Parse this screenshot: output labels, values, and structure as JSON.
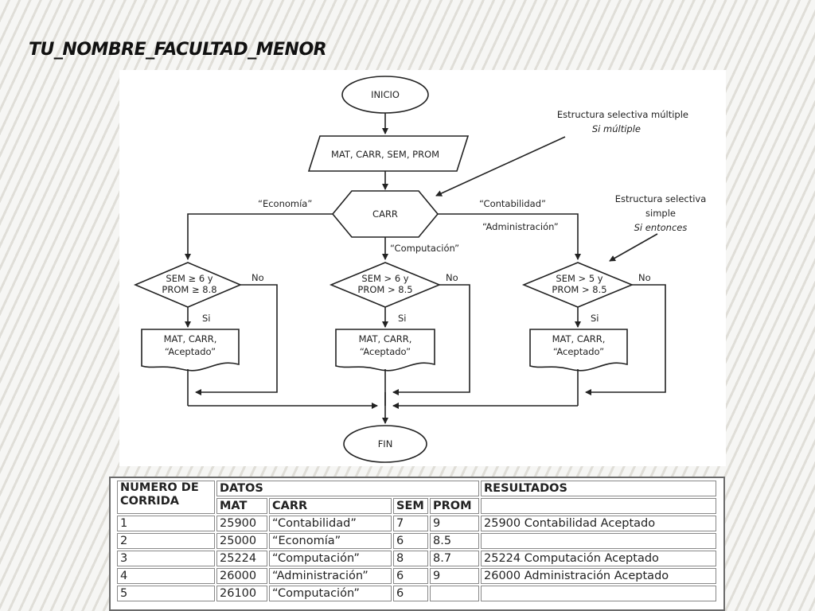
{
  "slide": {
    "title": "TU_NOMBRE_FACULTAD_MENOR"
  },
  "flowchart": {
    "start": "INICIO",
    "input": "MAT, CARR, SEM, PROM",
    "decision": "CARR",
    "branch_labels": {
      "economia": "“Economía”",
      "computacion": "“Computación”",
      "contabilidad": "“Contabilidad”",
      "administracion": "“Administración”"
    },
    "conditions": {
      "left": [
        "SEM ≥ 6 y",
        "PROM ≥ 8.8"
      ],
      "middle": [
        "SEM > 6 y",
        "PROM > 8.5"
      ],
      "right": [
        "SEM > 5 y",
        "PROM > 8.5"
      ]
    },
    "yes_label": "Si",
    "no_label": "No",
    "output": [
      "MAT, CARR,",
      "“Aceptado”"
    ],
    "end": "FIN",
    "annotations": {
      "multiple": [
        "Estructura selectiva múltiple",
        "Si múltiple"
      ],
      "simple": [
        "Estructura selectiva",
        "simple",
        "Si entonces"
      ]
    }
  },
  "table": {
    "headers": {
      "corrida": [
        "NUMERO DE",
        "CORRIDA"
      ],
      "datos": "DATOS",
      "resultados": "RESULTADOS",
      "mat": "MAT",
      "carr": "CARR",
      "sem": "SEM",
      "prom": "PROM"
    },
    "rows": [
      {
        "corrida": "1",
        "mat": "25900",
        "carr": "“Contabilidad”",
        "sem": "7",
        "prom": "9",
        "resultado": "25900 Contabilidad Aceptado"
      },
      {
        "corrida": "2",
        "mat": "25000",
        "carr": "“Economía”",
        "sem": "6",
        "prom": "8.5",
        "resultado": ""
      },
      {
        "corrida": "3",
        "mat": "25224",
        "carr": "“Computación”",
        "sem": "8",
        "prom": "8.7",
        "resultado": "25224 Computación Aceptado"
      },
      {
        "corrida": "4",
        "mat": "26000",
        "carr": "“Administración”",
        "sem": "6",
        "prom": "9",
        "resultado": "26000 Administración Aceptado"
      },
      {
        "corrida": "5",
        "mat": "26100",
        "carr": "“Computación”",
        "sem": "6",
        "prom": "",
        "resultado": ""
      }
    ]
  }
}
